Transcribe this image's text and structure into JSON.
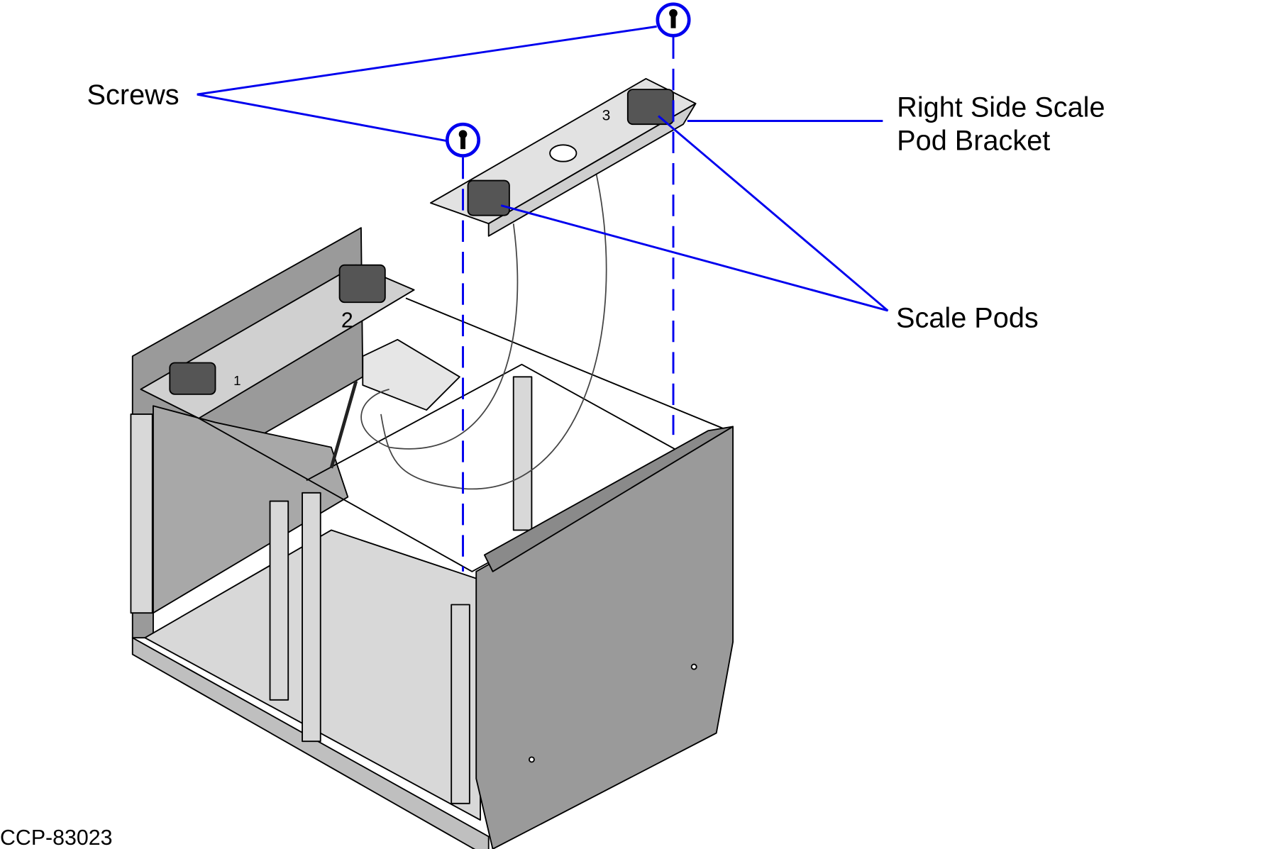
{
  "labels": {
    "screws": "Screws",
    "bracket_line1": "Right Side Scale",
    "bracket_line2": "Pod Bracket",
    "scale_pods": "Scale Pods"
  },
  "figure_id": "CCP-83023",
  "pod_numbers": [
    "1",
    "2",
    "3"
  ],
  "colors": {
    "callout": "#0000ee",
    "panel": "#9a9a9a",
    "light": "#d8d8d8"
  }
}
